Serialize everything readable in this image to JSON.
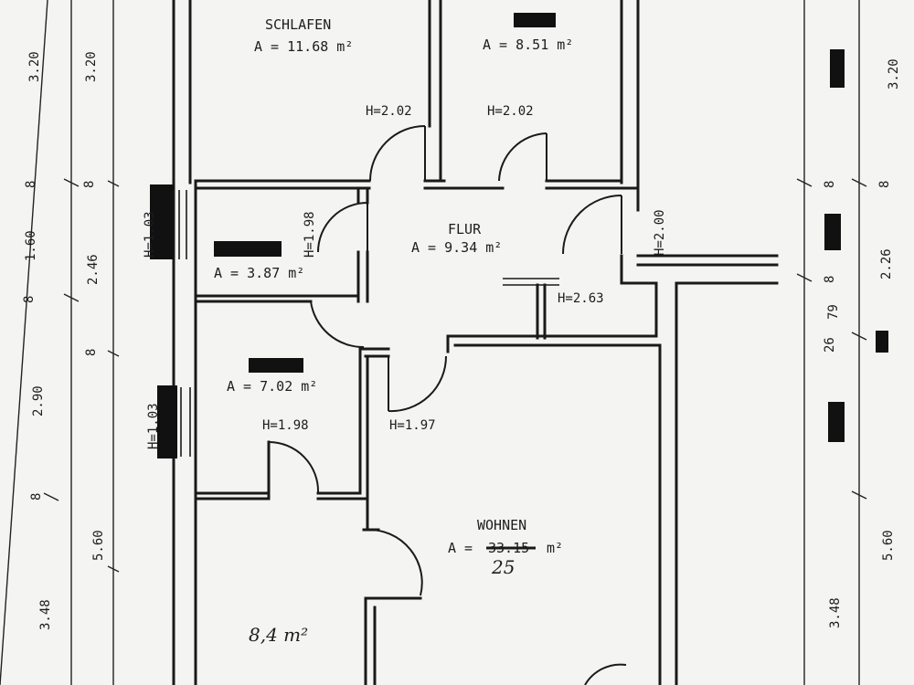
{
  "rooms": {
    "schlafen": {
      "name": "SCHLAFEN",
      "area": "A = 11.68  m²"
    },
    "room_top_right": {
      "area": "A = 8.51  m²"
    },
    "flur": {
      "name": "FLUR",
      "area": "A = 9.34  m²"
    },
    "bath": {
      "area": "A = 3.87  m²"
    },
    "room_mid": {
      "area": "A = 7.02  m²"
    },
    "wohnen": {
      "name": "WOHNEN",
      "area_prefix": "A =",
      "area_struck": "33.15",
      "area_unit": "m²",
      "area_handwritten": "25"
    },
    "bottom_left": {
      "handwritten_area": "8,4 m²"
    }
  },
  "door_heights": {
    "schlafen": "H=2.02",
    "top_right": "H=2.02",
    "right": "H=2.00",
    "bath": "H=1.98",
    "kitchen_area": "H=2.63",
    "mid": "H=1.98",
    "wohnen": "H=1.97"
  },
  "window_heights": {
    "upper": "H=1.03",
    "lower": "H=1.03"
  },
  "dimensions_left_outer": [
    "3.20",
    "8",
    "1.60",
    "8",
    "2.90",
    "8",
    "3.48"
  ],
  "dimensions_left_inner": [
    "3.20",
    "8",
    "2.46",
    "8",
    "5.60"
  ],
  "dimensions_right_inner": [
    "8",
    "8",
    "26",
    "3.48"
  ],
  "dimensions_right_outer": [
    "3.20",
    "8",
    "2.26",
    "79",
    "5.60"
  ]
}
